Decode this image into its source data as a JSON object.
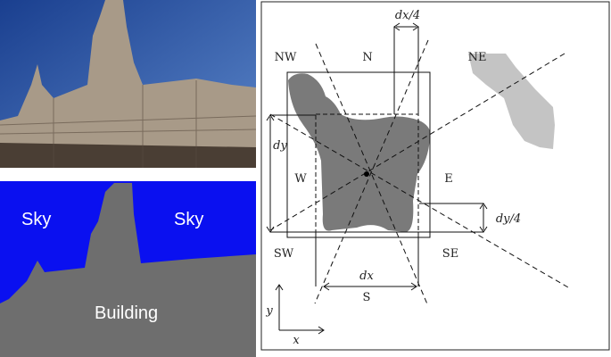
{
  "segmentation": {
    "labels": [
      "Sky",
      "Sky",
      "Building"
    ]
  },
  "diagram": {
    "directions": {
      "nw": "NW",
      "n": "N",
      "ne": "NE",
      "w": "W",
      "e": "E",
      "sw": "SW",
      "s": "S",
      "se": "SE"
    },
    "dims": {
      "dx": "dx",
      "dy": "dy",
      "dx4": "dx/4",
      "dy4": "dy/4"
    },
    "axes": {
      "x": "x",
      "y": "y"
    }
  },
  "colors": {
    "sky": "#0a10f0",
    "building": "#6e6e6e",
    "object": "#7a7a7a",
    "reference": "#c4c4c4"
  }
}
